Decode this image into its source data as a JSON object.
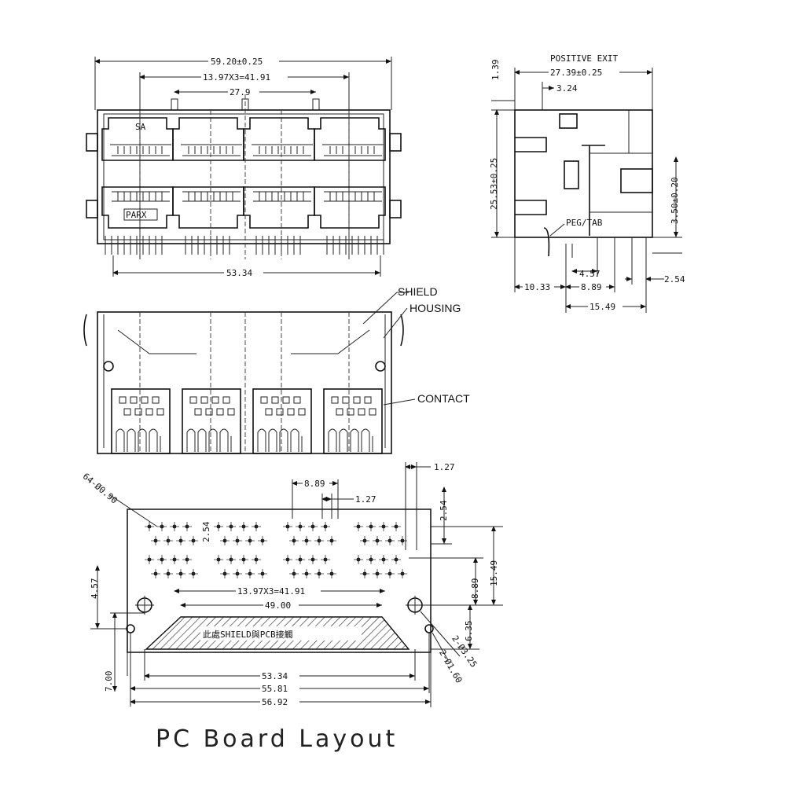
{
  "front_view": {
    "overall_width": "59.20±0.25",
    "pitch_total": "13.97X3=41.91",
    "led_spacing": "27.9",
    "bottom_width": "53.34",
    "port_labels": [
      "SA",
      "PARX"
    ]
  },
  "side_view": {
    "positive_exit": "POSITIVE EXIT",
    "depth": "27.39±0.25",
    "offset_top": "1.39",
    "offset_small": "3.24",
    "height": "25.53±0.25",
    "pcb_height": "3.50±0.20",
    "peg_tab": "PEG/TAB",
    "dim_457": "4.57",
    "dim_254": "2.54",
    "dim_1033": "10.33",
    "dim_889": "8.89",
    "dim_1549": "15.49"
  },
  "section_view": {
    "shield": "SHIELD",
    "housing": "HOUSING",
    "contact": "CONTACT"
  },
  "pcb_layout": {
    "hole_dia": "64-Ø0.90",
    "dim_127_top": "1.27",
    "dim_889": "8.89",
    "dim_127": "1.27",
    "dim_254_right": "2.54",
    "dim_254_left": "2.54",
    "dim_1549": "15.49",
    "dim_889_v": "8.89",
    "dim_457": "4.57",
    "pitch_total": "13.97X3=41.91",
    "dim_4900": "49.00",
    "dim_635": "6.35",
    "dim_700": "7.00",
    "dim_5334": "53.34",
    "dim_5581": "55.81",
    "dim_5692": "56.92",
    "peg_hole_a": "2-Ø3.25",
    "peg_hole_b": "2-Ø1.60",
    "shield_note": "此處SHIELD與PCB接觸",
    "title": "PC  Board  Layout"
  }
}
